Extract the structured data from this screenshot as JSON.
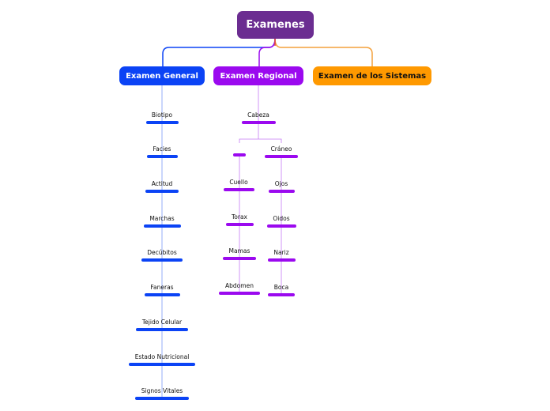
{
  "root": {
    "label": "Examenes",
    "color": "#6b2d91"
  },
  "branches": [
    {
      "label": "Examen General",
      "color": "#0b43f5",
      "line": "#0b43f5"
    },
    {
      "label": "Examen Regional",
      "color": "#9b09ef",
      "line": "#9b09ef"
    },
    {
      "label": "Examen de los Sistemas",
      "color": "#ff9900",
      "line": "#f4a13b"
    }
  ],
  "general_items": [
    "Biotipo",
    "Facies",
    "Actitud",
    "Marchas",
    "Decúbitos",
    "Faneras",
    "Tejido Celular",
    "Estado Nutricional",
    "Signos Vitales"
  ],
  "regional": {
    "head": "Cabeza",
    "left_items": [
      "",
      "Cuello",
      "Torax",
      "Mamas",
      "Abdomen"
    ],
    "right_items": [
      "Cráneo",
      "Ojos",
      "Oidos",
      "Nariz",
      "Boca"
    ]
  }
}
